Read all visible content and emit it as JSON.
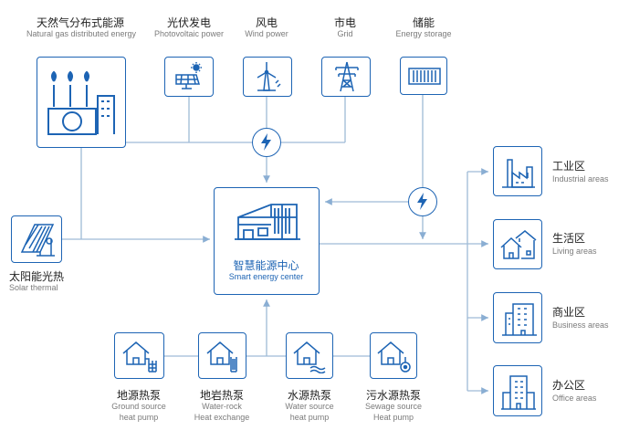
{
  "sources": {
    "gas": {
      "cn": "天然气分布式能源",
      "en": "Natural gas distributed energy"
    },
    "pv": {
      "cn": "光伏发电",
      "en": "Photovoltaic power"
    },
    "wind": {
      "cn": "风电",
      "en": "Wind power"
    },
    "grid": {
      "cn": "市电",
      "en": "Grid"
    },
    "storage": {
      "cn": "储能",
      "en": "Energy storage"
    },
    "solar_thermal": {
      "cn": "太阳能光热",
      "en": "Solar thermal"
    }
  },
  "center": {
    "cn": "智慧能源中心",
    "en": "Smart energy center"
  },
  "pumps": [
    {
      "cn": "地源热泵",
      "en1": "Ground source",
      "en2": "heat pump"
    },
    {
      "cn": "地岩热泵",
      "en1": "Water-rock",
      "en2": "Heat exchange"
    },
    {
      "cn": "水源热泵",
      "en1": "Water source",
      "en2": "heat pump"
    },
    {
      "cn": "污水源热泵",
      "en1": "Sewage source",
      "en2": "Heat pump"
    }
  ],
  "areas": [
    {
      "cn": "工业区",
      "en": "Industrial areas"
    },
    {
      "cn": "生活区",
      "en": "Living areas"
    },
    {
      "cn": "商业区",
      "en": "Business areas"
    },
    {
      "cn": "办公区",
      "en": "Office areas"
    }
  ],
  "colors": {
    "line": "#9fbbd6",
    "accent": "#1d64b4"
  }
}
